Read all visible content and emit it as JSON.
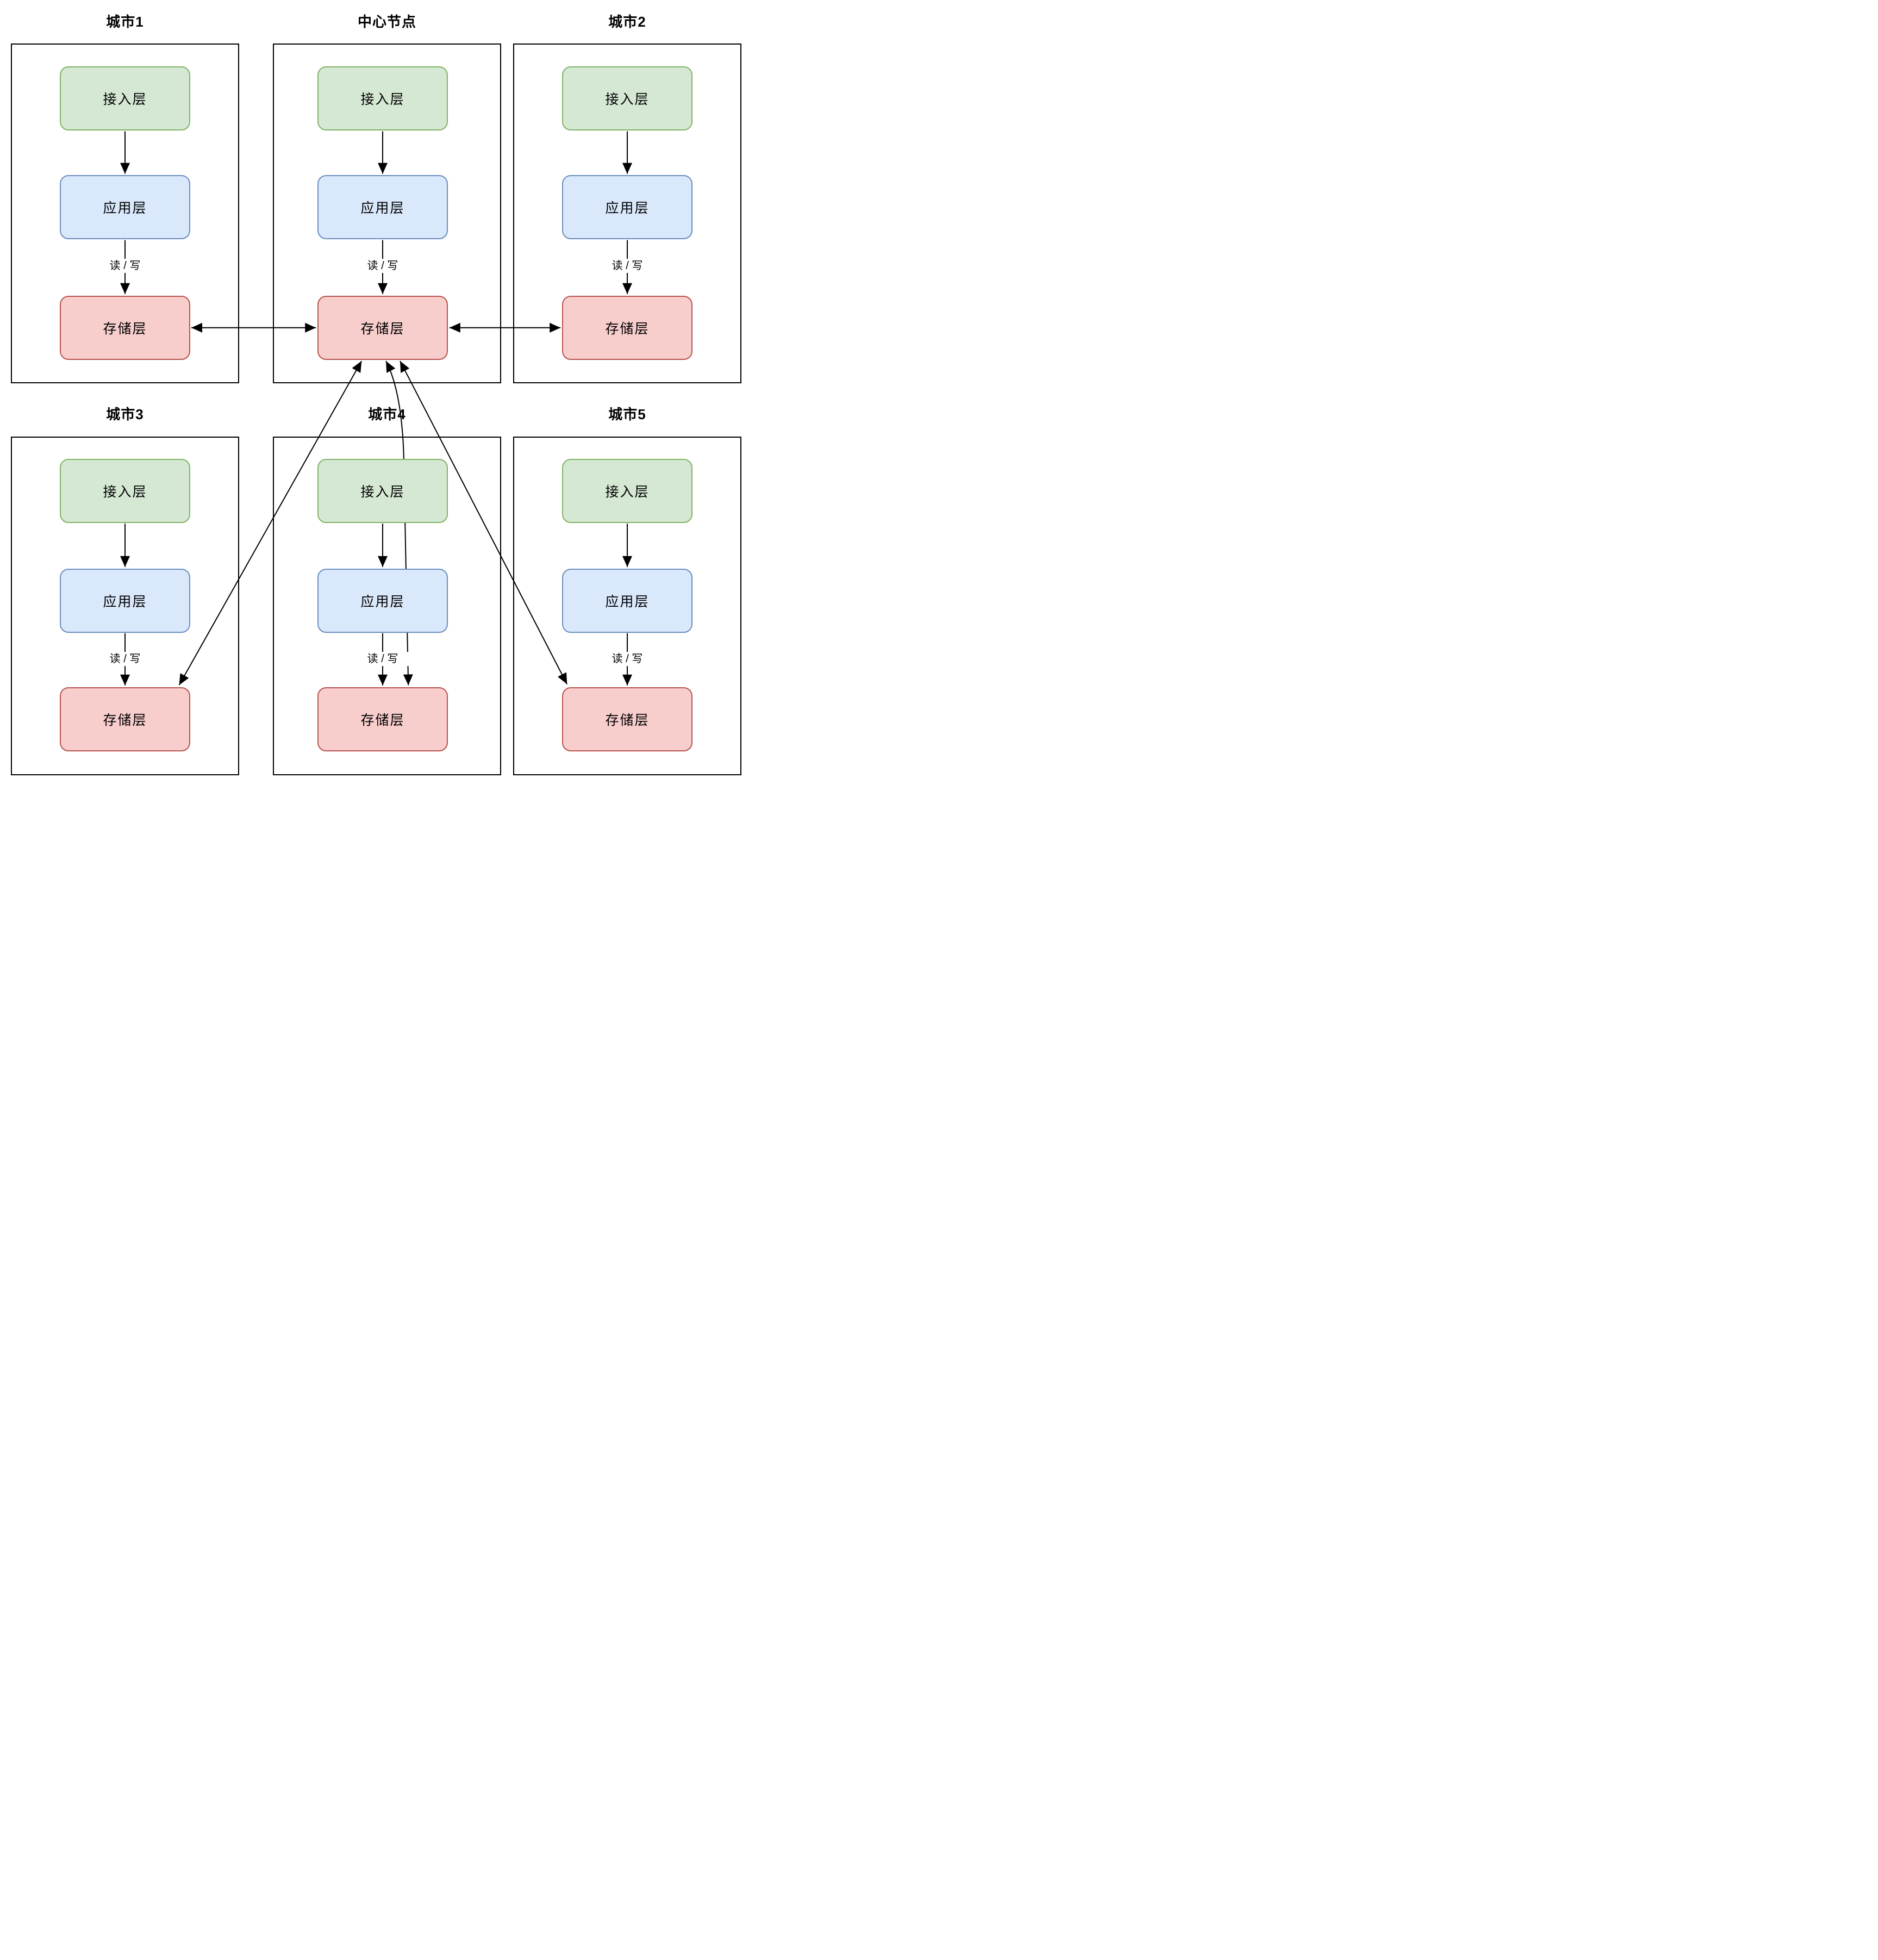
{
  "panels": [
    {
      "key": "city1",
      "title": "城市1",
      "access_label": "接入层",
      "app_label": "应用层",
      "storage_label": "存储层",
      "rw_label": "读 / 写"
    },
    {
      "key": "center",
      "title": "中心节点",
      "access_label": "接入层",
      "app_label": "应用层",
      "storage_label": "存储层",
      "rw_label": "读 / 写"
    },
    {
      "key": "city2",
      "title": "城市2",
      "access_label": "接入层",
      "app_label": "应用层",
      "storage_label": "存储层",
      "rw_label": "读 / 写"
    },
    {
      "key": "city3",
      "title": "城市3",
      "access_label": "接入层",
      "app_label": "应用层",
      "storage_label": "存储层",
      "rw_label": "读 / 写"
    },
    {
      "key": "city4",
      "title": "城市4",
      "access_label": "接入层",
      "app_label": "应用层",
      "storage_label": "存储层",
      "rw_label": "读 / 写"
    },
    {
      "key": "city5",
      "title": "城市5",
      "access_label": "接入层",
      "app_label": "应用层",
      "storage_label": "存储层",
      "rw_label": "读 / 写"
    }
  ],
  "colors": {
    "access_fill": "#d5e8d4",
    "access_stroke": "#82b366",
    "app_fill": "#dae8fc",
    "app_stroke": "#6c8ebf",
    "storage_fill": "#f8cecc",
    "storage_stroke": "#b85450",
    "edge": "#000000",
    "panel_border": "#000000",
    "background": "#ffffff"
  },
  "connections": [
    {
      "from": "城市1.存储层",
      "to": "中心节点.存储层",
      "type": "bidirectional"
    },
    {
      "from": "中心节点.存储层",
      "to": "城市2.存储层",
      "type": "bidirectional"
    },
    {
      "from": "中心节点.存储层",
      "to": "城市3.存储层",
      "type": "bidirectional"
    },
    {
      "from": "中心节点.存储层",
      "to": "城市4.存储层",
      "type": "bidirectional"
    },
    {
      "from": "中心节点.存储层",
      "to": "城市5.存储层",
      "type": "bidirectional"
    },
    {
      "from": "接入层",
      "to": "应用层",
      "type": "directed",
      "in_every_panel": true
    },
    {
      "from": "应用层",
      "to": "存储层",
      "type": "directed",
      "label": "读 / 写",
      "in_every_panel": true
    }
  ]
}
